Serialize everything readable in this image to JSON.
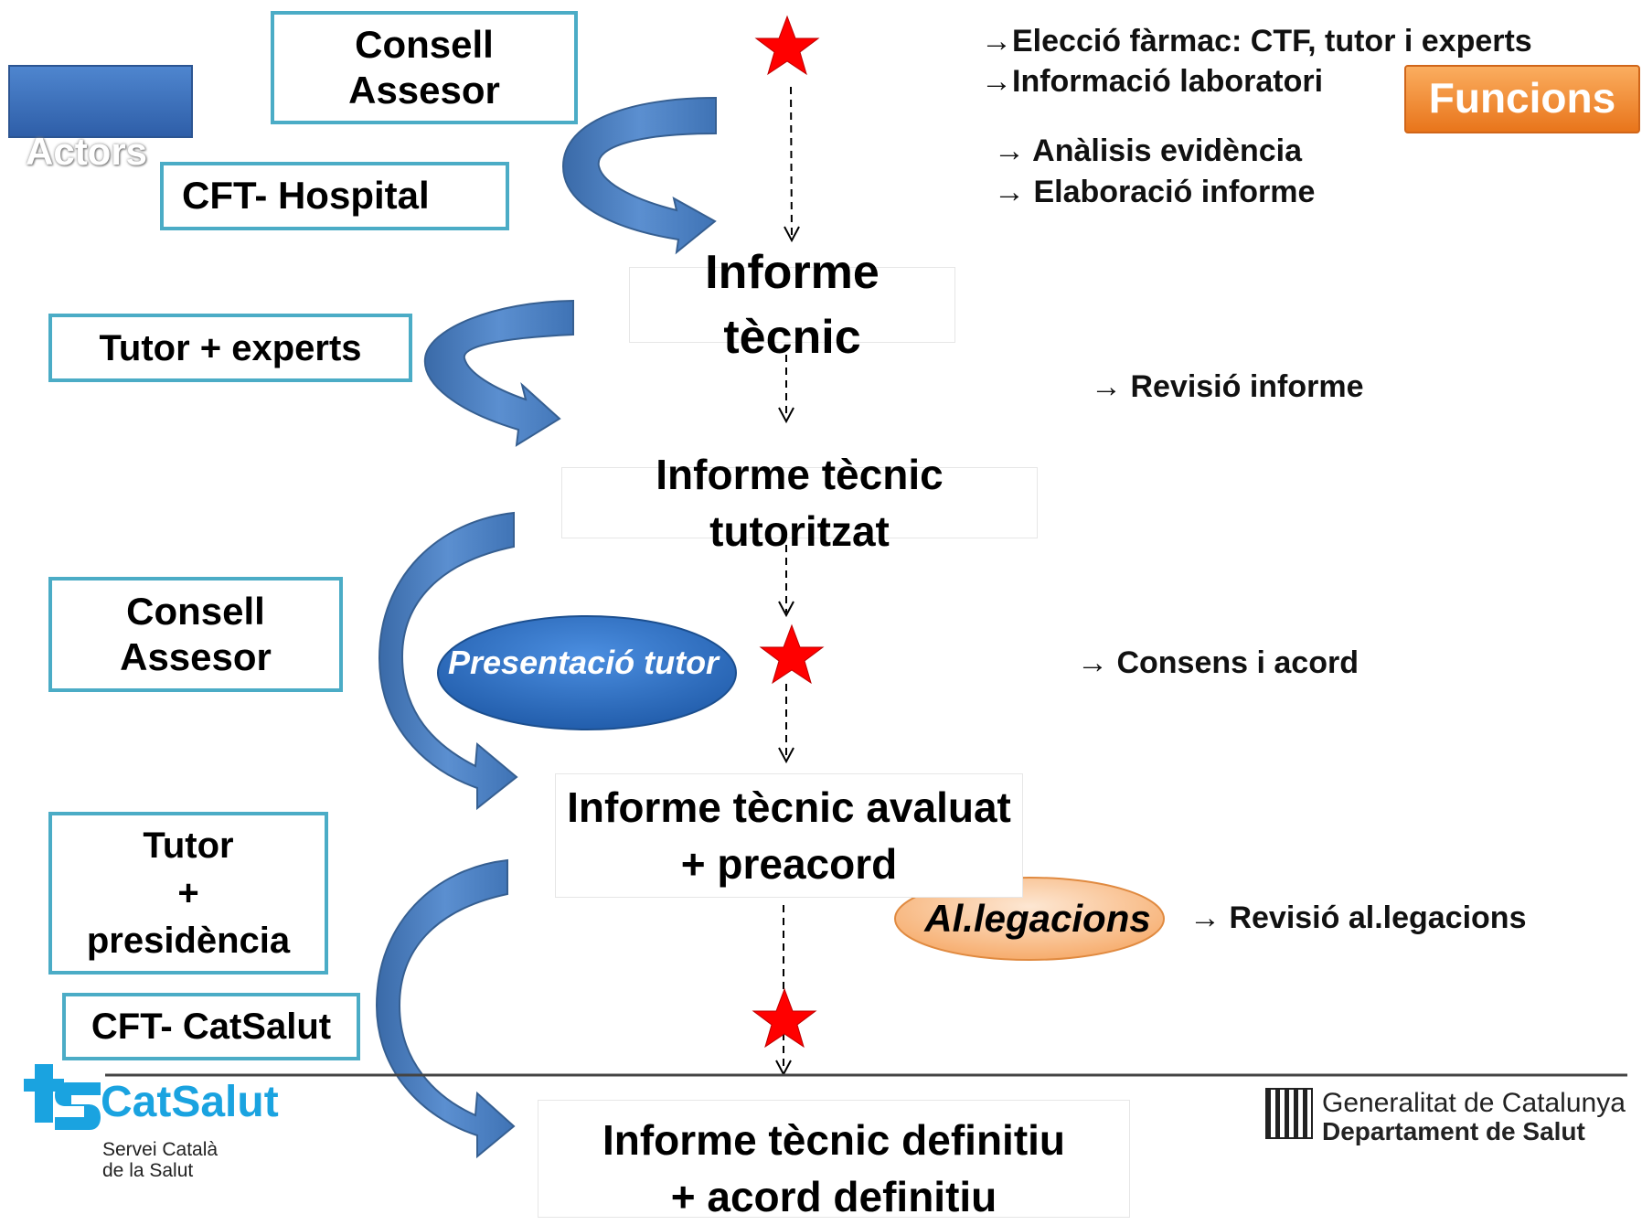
{
  "labels": {
    "actors": "Actors",
    "funcions": "Funcions"
  },
  "actors": {
    "consell_assesor_1": "Consell\nAssesor",
    "cft_hospital": "CFT- Hospital",
    "tutor_experts": "Tutor + experts",
    "consell_assesor_2": "Consell\nAssesor",
    "tutor_presidencia": "Tutor\n+\npresidència",
    "cft_catsalut": "CFT- CatSalut"
  },
  "stages": {
    "informe_tecnic": "Informe tècnic",
    "informe_tutoritzat": "Informe tècnic tutoritzat",
    "informe_avaluat": "Informe tècnic avaluat\n+ preacord",
    "informe_definitiu": "Informe tècnic definitiu\n+ acord definitiu"
  },
  "bubbles": {
    "presentacio": "Presentació tutor",
    "allegacions": "Al.legacions"
  },
  "functions": {
    "f1_line1": "→Elecció fàrmac: CTF, tutor i experts",
    "f1_line2": "→Informació laboratori",
    "f2_line1": "→ Anàlisis evidència",
    "f2_line2": "→ Elaboració informe",
    "f3": "→ Revisió informe",
    "f4": "→ Consens i acord",
    "f5": "→ Revisió al.legacions"
  },
  "logos": {
    "catsalut_name": "CatSalut",
    "catsalut_sub": "Servei Català\nde la Salut",
    "generalitat_line1": "Generalitat de Catalunya",
    "generalitat_line2": "Departament de Salut"
  },
  "colors": {
    "actor_border": "#4bacc6",
    "arrow_fill": "#4f81bd",
    "star": "#ff0000",
    "funcions_bg": "#f79646",
    "actors_bg": "#3f6fb8",
    "catsalut_blue": "#1aa3e0"
  }
}
